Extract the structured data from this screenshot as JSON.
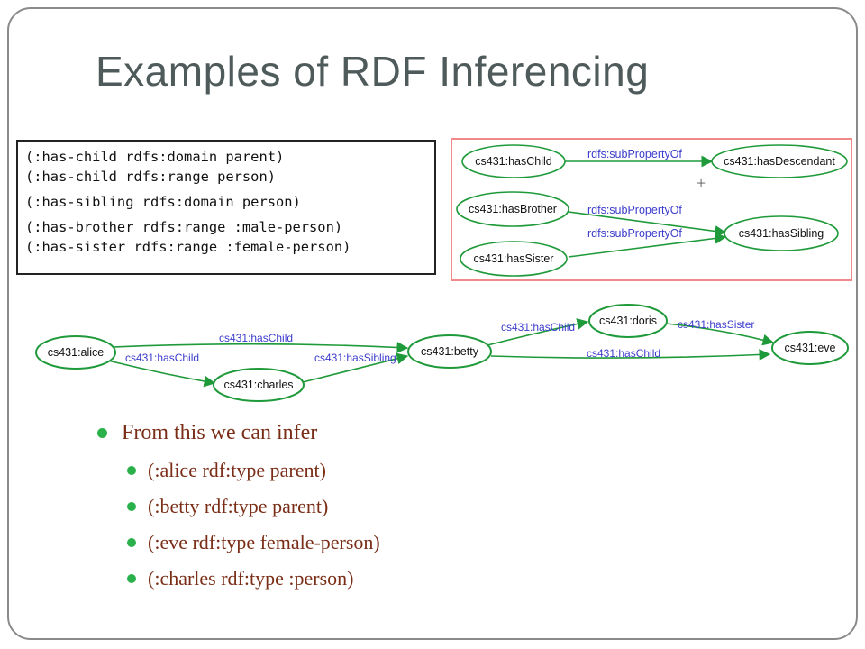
{
  "title": "Examples of RDF Inferencing",
  "code_lines": [
    "(:has-child rdfs:domain parent)",
    "(:has-child rdfs:range person)",
    "(:has-sibling rdfs:domain person)",
    "(:has-brother rdfs:range :male-person)",
    "(:has-sister rdfs:range :female-person)"
  ],
  "top_graph": {
    "nodes": {
      "hasChild": "cs431:hasChild",
      "hasDescendant": "cs431:hasDescendant",
      "hasBrother": "cs431:hasBrother",
      "hasSibling": "cs431:hasSibling",
      "hasSister": "cs431:hasSister"
    },
    "edges": [
      "rdfs:subPropertyOf",
      "rdfs:subPropertyOf",
      "rdfs:subPropertyOf"
    ],
    "plus": "+"
  },
  "bottom_graph": {
    "nodes": {
      "alice": "cs431:alice",
      "charles": "cs431:charles",
      "betty": "cs431:betty",
      "doris": "cs431:doris",
      "eve": "cs431:eve"
    },
    "edges": {
      "alice_betty": "cs431:hasChild",
      "alice_charles": "cs431:hasChild",
      "charles_betty": "cs431:hasSibling",
      "betty_doris": "cs431:hasChild",
      "betty_eve": "cs431:hasChild",
      "doris_eve": "cs431:hasSister"
    }
  },
  "bullets": {
    "main": "From this we can infer",
    "sub": [
      "(:alice rdf:type parent)",
      "(:betty rdf:type parent)",
      "(:eve rdf:type female-person)",
      "(:charles rdf:type :person)"
    ]
  },
  "colors": {
    "node_stroke": "#1f9a3a",
    "edge": "#1f9a3a",
    "edge_label": "#3c3ccc",
    "bullet_text": "#7a2e17",
    "bullet_dot": "#2bb14c",
    "title": "#4f5a5a",
    "top_graph_border": "#f08a8a"
  }
}
